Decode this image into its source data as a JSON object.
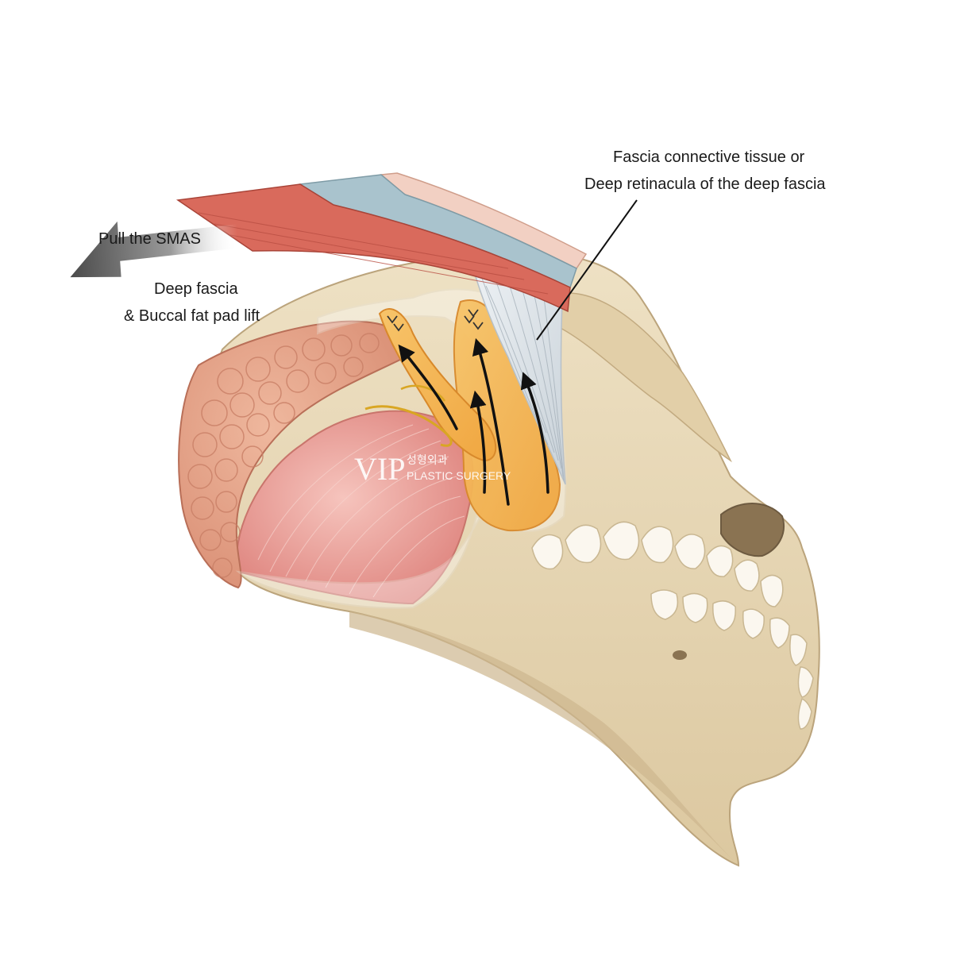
{
  "labels": {
    "pull_smas": "Pull the SMAS",
    "deep_fascia_line1": "Deep fascia",
    "deep_fascia_line2": "& Buccal fat pad lift",
    "connective_line1": "Fascia connective tissue or",
    "connective_line2": "Deep retinacula of the deep fascia"
  },
  "watermark": {
    "logo": "VIP",
    "korean": "성형외과",
    "english": "PLASTIC SURGERY"
  },
  "colors": {
    "bone": "#e9d9b8",
    "bone_shadow": "#cdb68f",
    "muscle_strip": "#d9685a",
    "fascia_strip": "#a9c2cc",
    "skin_strip": "#f0c9bb",
    "parotid": "#e8a98c",
    "masseter": "#e79a92",
    "fat_pad": "#f4b04a",
    "ligament": "#dfe5ea",
    "arrow": "#111111"
  }
}
